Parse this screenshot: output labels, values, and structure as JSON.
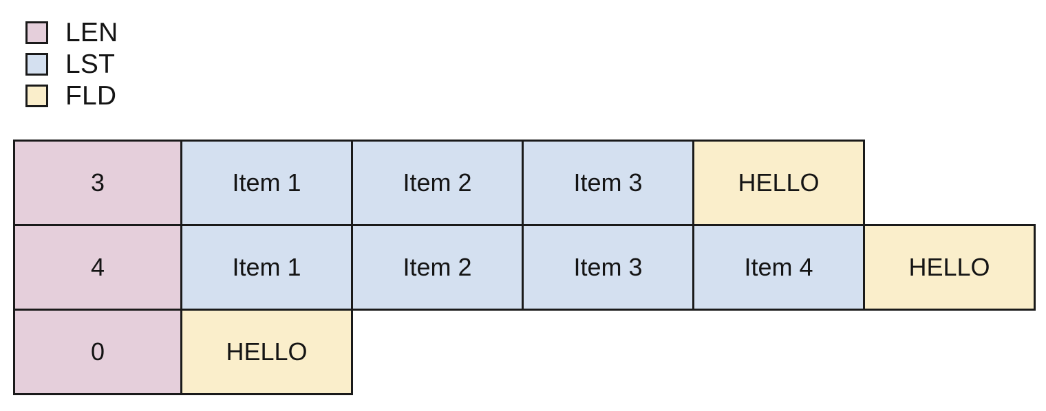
{
  "legend": {
    "items": [
      {
        "key": "LEN",
        "label": "LEN",
        "color": "#e5cfdb",
        "swatch_name": "legend-swatch-len"
      },
      {
        "key": "LST",
        "label": "LST",
        "color": "#d4e0f0",
        "swatch_name": "legend-swatch-lst"
      },
      {
        "key": "FLD",
        "label": "FLD",
        "color": "#faeecb",
        "swatch_name": "legend-swatch-fld"
      }
    ]
  },
  "table": {
    "rows": [
      {
        "cells": [
          {
            "type": "LEN",
            "text": "3"
          },
          {
            "type": "LST",
            "text": "Item 1"
          },
          {
            "type": "LST",
            "text": "Item 2"
          },
          {
            "type": "LST",
            "text": "Item 3"
          },
          {
            "type": "FLD",
            "text": "HELLO"
          }
        ]
      },
      {
        "cells": [
          {
            "type": "LEN",
            "text": "4"
          },
          {
            "type": "LST",
            "text": "Item 1"
          },
          {
            "type": "LST",
            "text": "Item 2"
          },
          {
            "type": "LST",
            "text": "Item 3"
          },
          {
            "type": "LST",
            "text": "Item 4"
          },
          {
            "type": "FLD",
            "text": "HELLO"
          }
        ]
      },
      {
        "cells": [
          {
            "type": "LEN",
            "text": "0"
          },
          {
            "type": "FLD",
            "text": "HELLO"
          }
        ]
      }
    ]
  }
}
